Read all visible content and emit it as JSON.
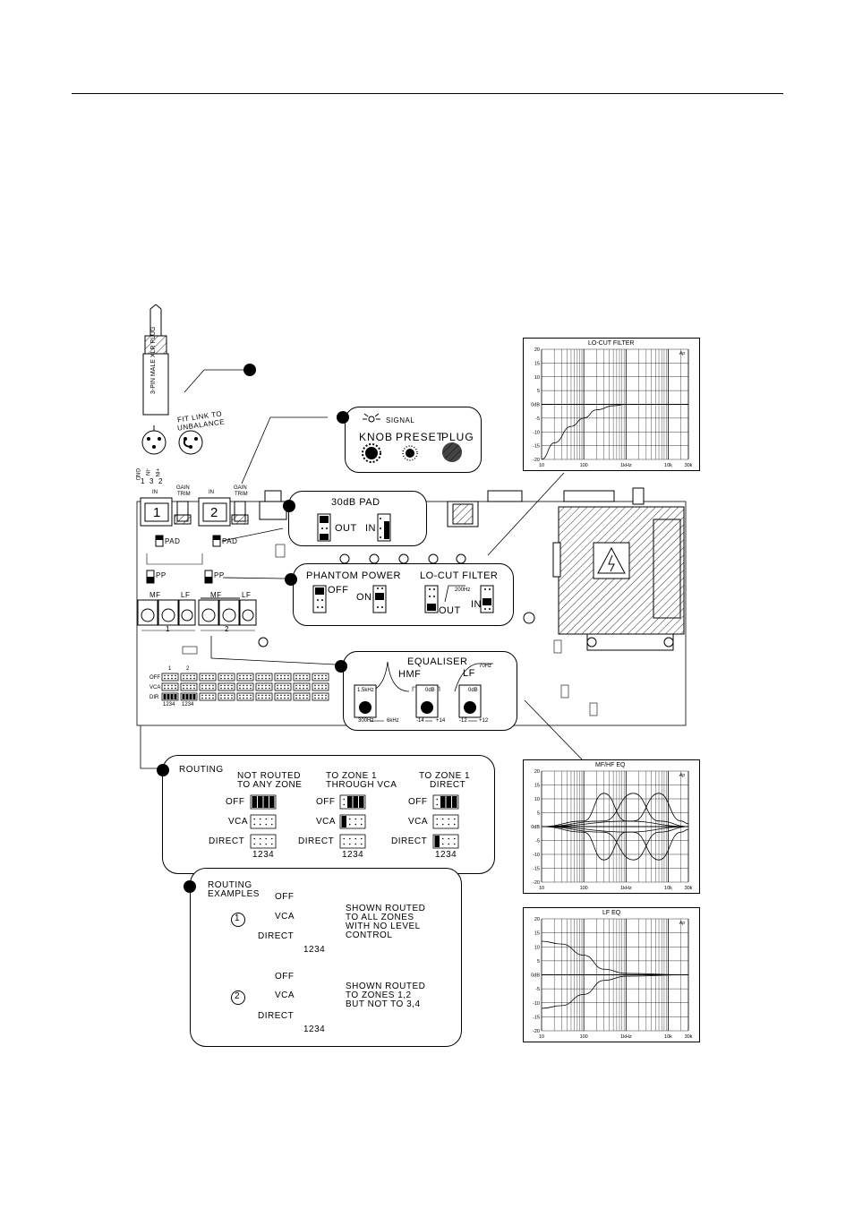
{
  "xlr": {
    "plug_label": "3-PIN MALE XLR PLUG",
    "pins": [
      "GND",
      "-IN",
      "+IN"
    ],
    "pin_numbers": [
      "1",
      "3",
      "2"
    ],
    "fit_link": "FIT LINK TO",
    "unbalance": "UNBALANCE"
  },
  "signal_panel": {
    "signal": "SIGNAL",
    "knob": "KNOB",
    "preset": "PRESET",
    "plug": "PLUG"
  },
  "channels": {
    "in": "IN",
    "gain_trim": "GAIN",
    "trim": "TRIM",
    "ch1": "1",
    "ch2": "2",
    "pad": "PAD",
    "pp": "PP",
    "mf": "MF",
    "lf": "LF"
  },
  "pad_panel": {
    "title": "30dB PAD",
    "out": "OUT",
    "in": "IN"
  },
  "phantom_panel": {
    "title": "PHANTOM POWER",
    "off": "OFF",
    "on": "ON",
    "locut_title": "LO-CUT FILTER",
    "hz": "200Hz",
    "out": "OUT",
    "in": "IN"
  },
  "eq_panel": {
    "title": "EQUALISER",
    "hmf": "HMF",
    "lf": "LF",
    "lf_freq": "70Hz",
    "knob1_top": "1.5kHz",
    "knob1_left": "300Hz",
    "knob1_right": "6kHz",
    "knob2_top": "0dB",
    "knob2_left": "-14",
    "knob2_right": "+14",
    "knob3_top": "0dB",
    "knob3_left": "-12",
    "knob3_right": "+12"
  },
  "board": {
    "off": "OFF",
    "vca": "VCA",
    "dir": "DIR",
    "nums": "1234",
    "col1": "1",
    "col2": "2"
  },
  "routing": {
    "title": "ROUTING",
    "col1_l1": "NOT ROUTED",
    "col1_l2": "TO ANY ZONE",
    "col2_l1": "TO ZONE 1",
    "col2_l2": "THROUGH VCA",
    "col3_l1": "TO ZONE 1",
    "col3_l2": "DIRECT",
    "off": "OFF",
    "vca": "VCA",
    "direct": "DIRECT",
    "nums": "1234"
  },
  "examples": {
    "title1": "ROUTING",
    "title2": "EXAMPLES",
    "off": "OFF",
    "vca": "VCA",
    "direct": "DIRECT",
    "nums": "1234",
    "ex1_num": "1",
    "ex2_num": "2",
    "ex1_l1": "SHOWN ROUTED",
    "ex1_l2": "TO ALL ZONES",
    "ex1_l3": "WITH NO LEVEL",
    "ex1_l4": "CONTROL",
    "ex2_l1": "SHOWN ROUTED",
    "ex2_l2": "TO ZONES 1,2",
    "ex2_l3": "BUT NOT TO 3,4"
  },
  "graphs": {
    "y_ticks": [
      "20",
      "15",
      "10",
      "5",
      "0dB",
      "-5",
      "-10",
      "-15",
      "-20"
    ],
    "x_ticks": [
      "10",
      "100",
      "1kHz",
      "10k",
      "30k"
    ],
    "unit": "Ap",
    "locut_title": "LO-CUT FILTER",
    "mfhf_title": "MF/HF EQ",
    "lf_title": "LF EQ"
  },
  "chart_data": [
    {
      "type": "line",
      "title": "LO-CUT FILTER",
      "x_scale": "log",
      "xlim": [
        10,
        30000
      ],
      "ylim": [
        -20,
        20
      ],
      "series": [
        {
          "x": [
            10,
            20,
            50,
            100,
            200,
            500,
            1000,
            30000
          ],
          "values": [
            -20,
            -14,
            -8,
            -5,
            -2,
            -0.5,
            0,
            0
          ]
        }
      ]
    },
    {
      "type": "line",
      "title": "MF/HF EQ",
      "x_scale": "log",
      "xlim": [
        10,
        30000
      ],
      "ylim": [
        -20,
        20
      ],
      "series": [
        {
          "x": [
            10,
            100,
            300,
            1000,
            30000
          ],
          "values": [
            0,
            2,
            12,
            2,
            0
          ]
        },
        {
          "x": [
            10,
            300,
            1500,
            6000,
            30000
          ],
          "values": [
            0,
            2,
            12,
            2,
            0
          ]
        },
        {
          "x": [
            10,
            1500,
            6000,
            20000,
            30000
          ],
          "values": [
            0,
            2,
            12,
            2,
            1
          ]
        },
        {
          "x": [
            10,
            100,
            300,
            1000,
            30000
          ],
          "values": [
            0,
            -2,
            -12,
            -2,
            0
          ]
        },
        {
          "x": [
            10,
            300,
            1500,
            6000,
            30000
          ],
          "values": [
            0,
            -2,
            -12,
            -2,
            0
          ]
        },
        {
          "x": [
            10,
            1500,
            6000,
            20000,
            30000
          ],
          "values": [
            0,
            -2,
            -12,
            -2,
            -1
          ]
        }
      ]
    },
    {
      "type": "line",
      "title": "LF EQ",
      "x_scale": "log",
      "xlim": [
        10,
        30000
      ],
      "ylim": [
        -20,
        20
      ],
      "series": [
        {
          "x": [
            10,
            30,
            100,
            300,
            1000,
            30000
          ],
          "values": [
            12,
            11,
            7,
            2,
            0.5,
            0
          ]
        },
        {
          "x": [
            10,
            30,
            100,
            300,
            1000,
            30000
          ],
          "values": [
            -12,
            -11,
            -7,
            -2,
            -0.5,
            0
          ]
        }
      ]
    }
  ]
}
